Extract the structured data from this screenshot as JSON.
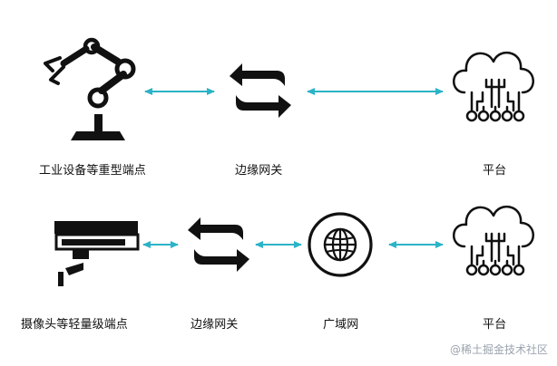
{
  "diagram": {
    "row1": {
      "device_label": "工业设备等重型端点",
      "gateway_label": "边缘网关",
      "platform_label": "平台"
    },
    "row2": {
      "device_label": "摄像头等轻量级端点",
      "gateway_label": "边缘网关",
      "wan_label": "广域网",
      "platform_label": "平台"
    }
  },
  "watermark": "@稀土掘金技术社区",
  "colors": {
    "connector": "#2bb3c7",
    "icon": "#111111"
  },
  "icons": {
    "robot_arm": "robot-arm-icon",
    "gateway": "two-way-exchange-arrows-icon",
    "cloud_platform": "cloud-network-icon",
    "camera": "security-camera-icon",
    "globe": "globe-icon"
  }
}
